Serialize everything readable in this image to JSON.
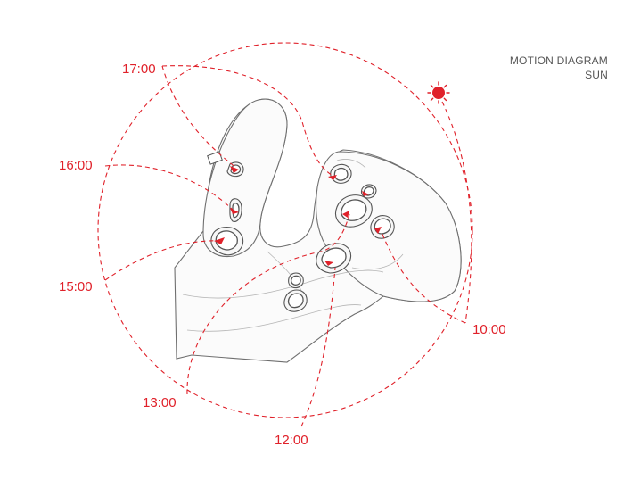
{
  "diagram": {
    "title_line1": "MOTION DIAGRAM",
    "title_line2": "SUN",
    "accent_color": "#e0212a",
    "sun_icon": "sun-icon",
    "time_labels": [
      {
        "id": "t1700",
        "text": "17:00"
      },
      {
        "id": "t1600",
        "text": "16:00"
      },
      {
        "id": "t1500",
        "text": "15:00"
      },
      {
        "id": "t1300",
        "text": "13:00"
      },
      {
        "id": "t1200",
        "text": "12:00"
      },
      {
        "id": "t1000",
        "text": "10:00"
      }
    ]
  }
}
